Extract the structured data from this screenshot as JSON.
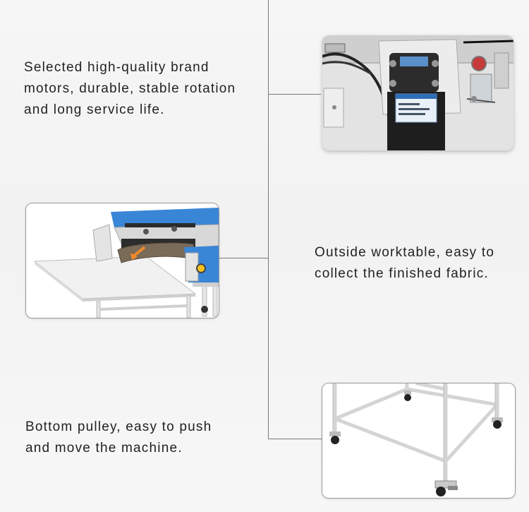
{
  "features": [
    {
      "id": "motor",
      "caption": "Selected high-quality brand motors, durable, stable rotation and long service life.",
      "image": "motor-photo"
    },
    {
      "id": "worktable",
      "caption": "Outside worktable, easy to collect the finished fabric.",
      "image": "worktable-photo"
    },
    {
      "id": "pulley",
      "caption": "Bottom pulley, easy to push and move the machine.",
      "image": "pulley-photo"
    }
  ],
  "colors": {
    "machine_blue": "#2f7fd0",
    "line_gray": "#7a7a7a",
    "text": "#222222"
  }
}
